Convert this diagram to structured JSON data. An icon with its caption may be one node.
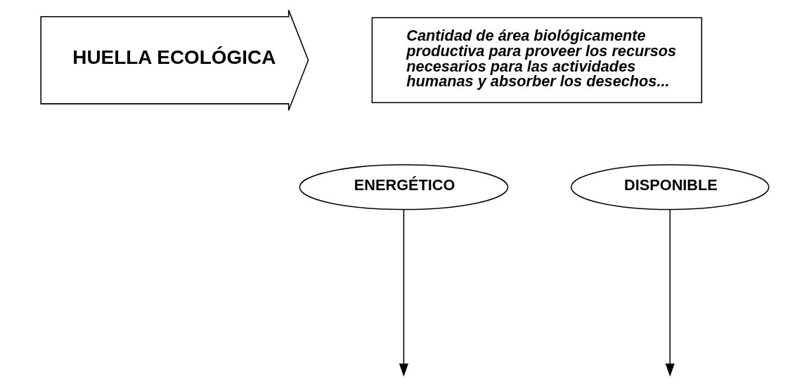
{
  "diagram": {
    "nodes": [
      {
        "text": [
          "HUELLA ECOLÓGICA"
        ]
      },
      {
        "text": [
          "Cantidad de área biológicamente productiva para proveer los recursos necesarios para las actividades humanas y absorber los desechos..."
        ]
      },
      {
        "text": [
          "ENERGÉTICO"
        ]
      },
      {
        "text": [
          "DISPONIBLE"
        ]
      }
    ],
    "edges": [
      {
        "from": 2,
        "to": null,
        "arrow": "to"
      },
      {
        "from": 3,
        "to": null,
        "arrow": "to"
      }
    ]
  }
}
